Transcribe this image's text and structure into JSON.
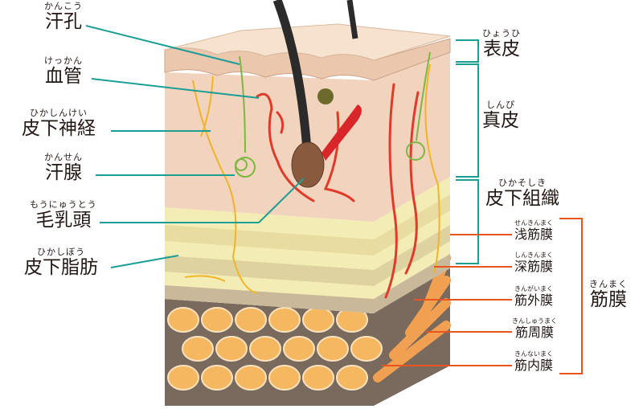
{
  "colors": {
    "teal": "#1a9e96",
    "orange": "#e8551e",
    "text": "#231815"
  },
  "left_labels": [
    {
      "id": "sweat-pore",
      "ruby": "かんこう",
      "kanji": "汗孔"
    },
    {
      "id": "blood-vessel",
      "ruby": "けっかん",
      "kanji": "血管"
    },
    {
      "id": "subcutaneous-nerve",
      "ruby": "ひかしんけい",
      "kanji": "皮下神経"
    },
    {
      "id": "sweat-gland",
      "ruby": "かんせん",
      "kanji": "汗腺"
    },
    {
      "id": "dermal-papilla",
      "ruby": "もうにゅうとう",
      "kanji": "毛乳頭"
    },
    {
      "id": "subcutaneous-fat",
      "ruby": "ひかしぼう",
      "kanji": "皮下脂肪"
    }
  ],
  "layer_labels": [
    {
      "id": "epidermis",
      "ruby": "ひょうひ",
      "kanji": "表皮"
    },
    {
      "id": "dermis",
      "ruby": "しんぴ",
      "kanji": "真皮"
    },
    {
      "id": "subcutaneous-tissue",
      "ruby": "ひかそしき",
      "kanji": "皮下組織"
    }
  ],
  "fascia_labels": [
    {
      "id": "superficial-fascia",
      "ruby": "せんきんまく",
      "kanji": "浅筋膜"
    },
    {
      "id": "deep-fascia",
      "ruby": "しんきんまく",
      "kanji": "深筋膜"
    },
    {
      "id": "epimysium",
      "ruby": "きんがいまく",
      "kanji": "筋外膜"
    },
    {
      "id": "perimysium",
      "ruby": "きんしゅうまく",
      "kanji": "筋周膜"
    },
    {
      "id": "endomysium",
      "ruby": "きんないまく",
      "kanji": "筋内膜"
    }
  ],
  "fascia_group": {
    "ruby": "きんまく",
    "kanji": "筋膜"
  }
}
